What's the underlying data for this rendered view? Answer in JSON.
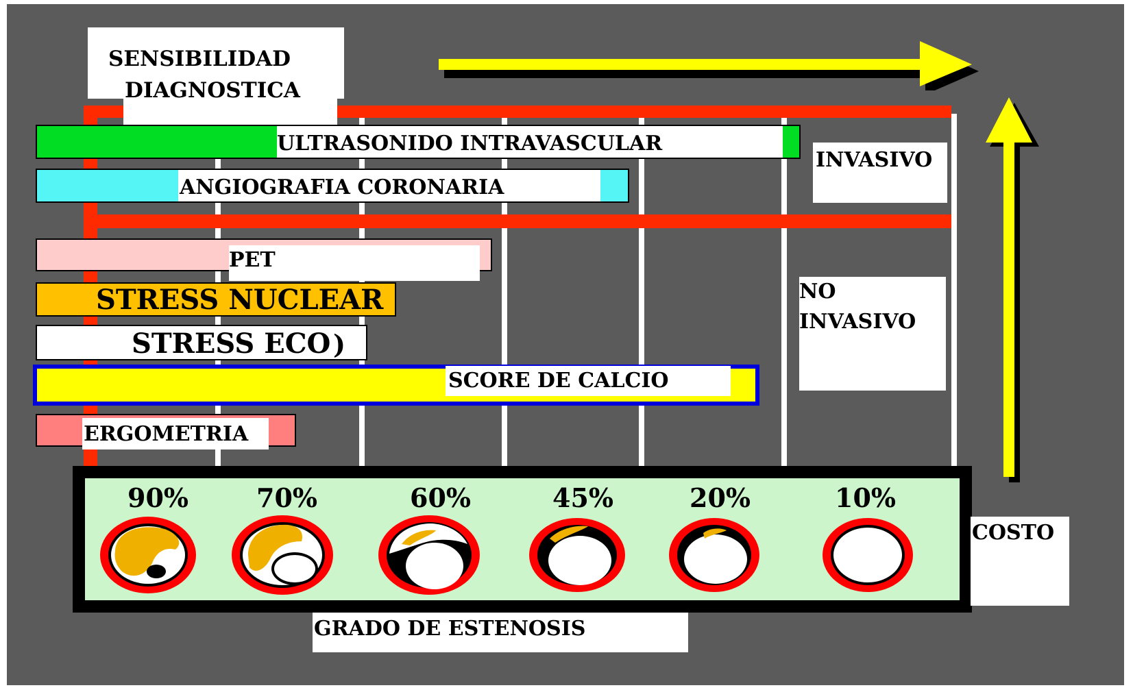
{
  "title": {
    "line1": "SENSIBILIDAD",
    "line2": "DIAGNOSTICA"
  },
  "bars": [
    {
      "id": "ivus",
      "label": "ULTRASONIDO INTRAVASCULAR",
      "color": "#00dd22"
    },
    {
      "id": "angio",
      "label": "ANGIOGRAFIA CORONARIA",
      "color": "#55f5f5"
    },
    {
      "id": "pet",
      "label": "PET",
      "color": "#ffcccc"
    },
    {
      "id": "nuclear",
      "label": "STRESS NUCLEAR",
      "color": "#ffc000"
    },
    {
      "id": "eco",
      "label": "STRESS ECO",
      "label_suffix": ")",
      "color": "#ffffff"
    },
    {
      "id": "calcio",
      "label": "SCORE DE CALCIO",
      "color": "#ffff00",
      "border_color": "#0000dd"
    },
    {
      "id": "ergo",
      "label": "ERGOMETRIA",
      "color": "#ff7f7f"
    }
  ],
  "categories": {
    "invasive": "INVASIVO",
    "noninvasive_line1": "NO",
    "noninvasive_line2": "INVASIVO"
  },
  "cost_label": "COSTO",
  "stenosis": {
    "axis_label": "GRADO DE ESTENOSIS",
    "levels": [
      "90%",
      "70%",
      "60%",
      "45%",
      "20%",
      "10%"
    ]
  },
  "colors": {
    "background": "#5b5b5b",
    "arrow": "#ffff00",
    "red_bracket": "#ff2a00",
    "panel": "#ccf5cc",
    "plaque": "#f0b000"
  }
}
